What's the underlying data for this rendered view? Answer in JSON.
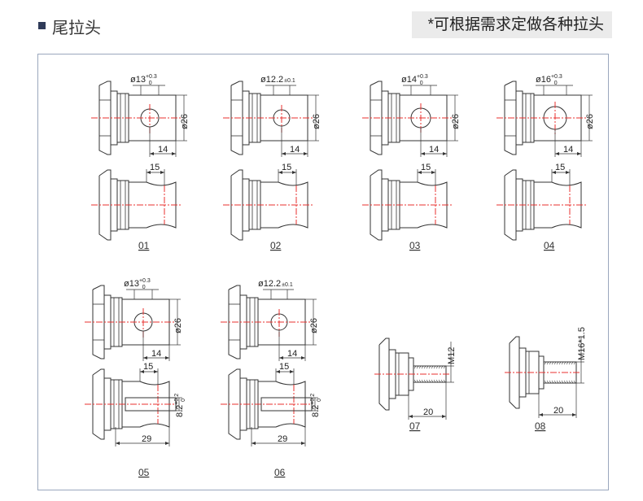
{
  "header": {
    "title": "尾拉头",
    "note": "*可根据需求定做各种拉头"
  },
  "parts": [
    {
      "id": "01",
      "hole": "ø13",
      "tol_up": "+0.3",
      "tol_low": "0",
      "dia": "ø26",
      "len": "14",
      "side": "15"
    },
    {
      "id": "02",
      "hole": "ø12.2",
      "tol": "±0.1",
      "dia": "ø26",
      "len": "14",
      "side": "15"
    },
    {
      "id": "03",
      "hole": "ø14",
      "tol_up": "+0.3",
      "tol_low": "0",
      "dia": "ø26",
      "len": "14",
      "side": "15"
    },
    {
      "id": "04",
      "hole": "ø16",
      "tol_up": "+0.3",
      "tol_low": "0",
      "dia": "ø26",
      "len": "14",
      "side": "15"
    },
    {
      "id": "05",
      "hole": "ø13",
      "tol_up": "+0.3",
      "tol_low": "0",
      "dia": "ø26",
      "len": "14",
      "side": "15",
      "slot": "8.2",
      "slot_up": "+0.2",
      "slot_low": "0",
      "total": "29"
    },
    {
      "id": "06",
      "hole": "ø12.2",
      "tol": "±0.1",
      "dia": "ø26",
      "len": "14",
      "side": "15",
      "slot": "8.2",
      "slot_up": "+0.2",
      "slot_low": "0",
      "total": "29"
    },
    {
      "id": "07",
      "thread": "M12",
      "len": "20"
    },
    {
      "id": "08",
      "thread": "M16*1.5",
      "len": "20"
    }
  ],
  "colors": {
    "line": "#333333",
    "center": "#e8312f",
    "accent": "#2f3b59"
  }
}
